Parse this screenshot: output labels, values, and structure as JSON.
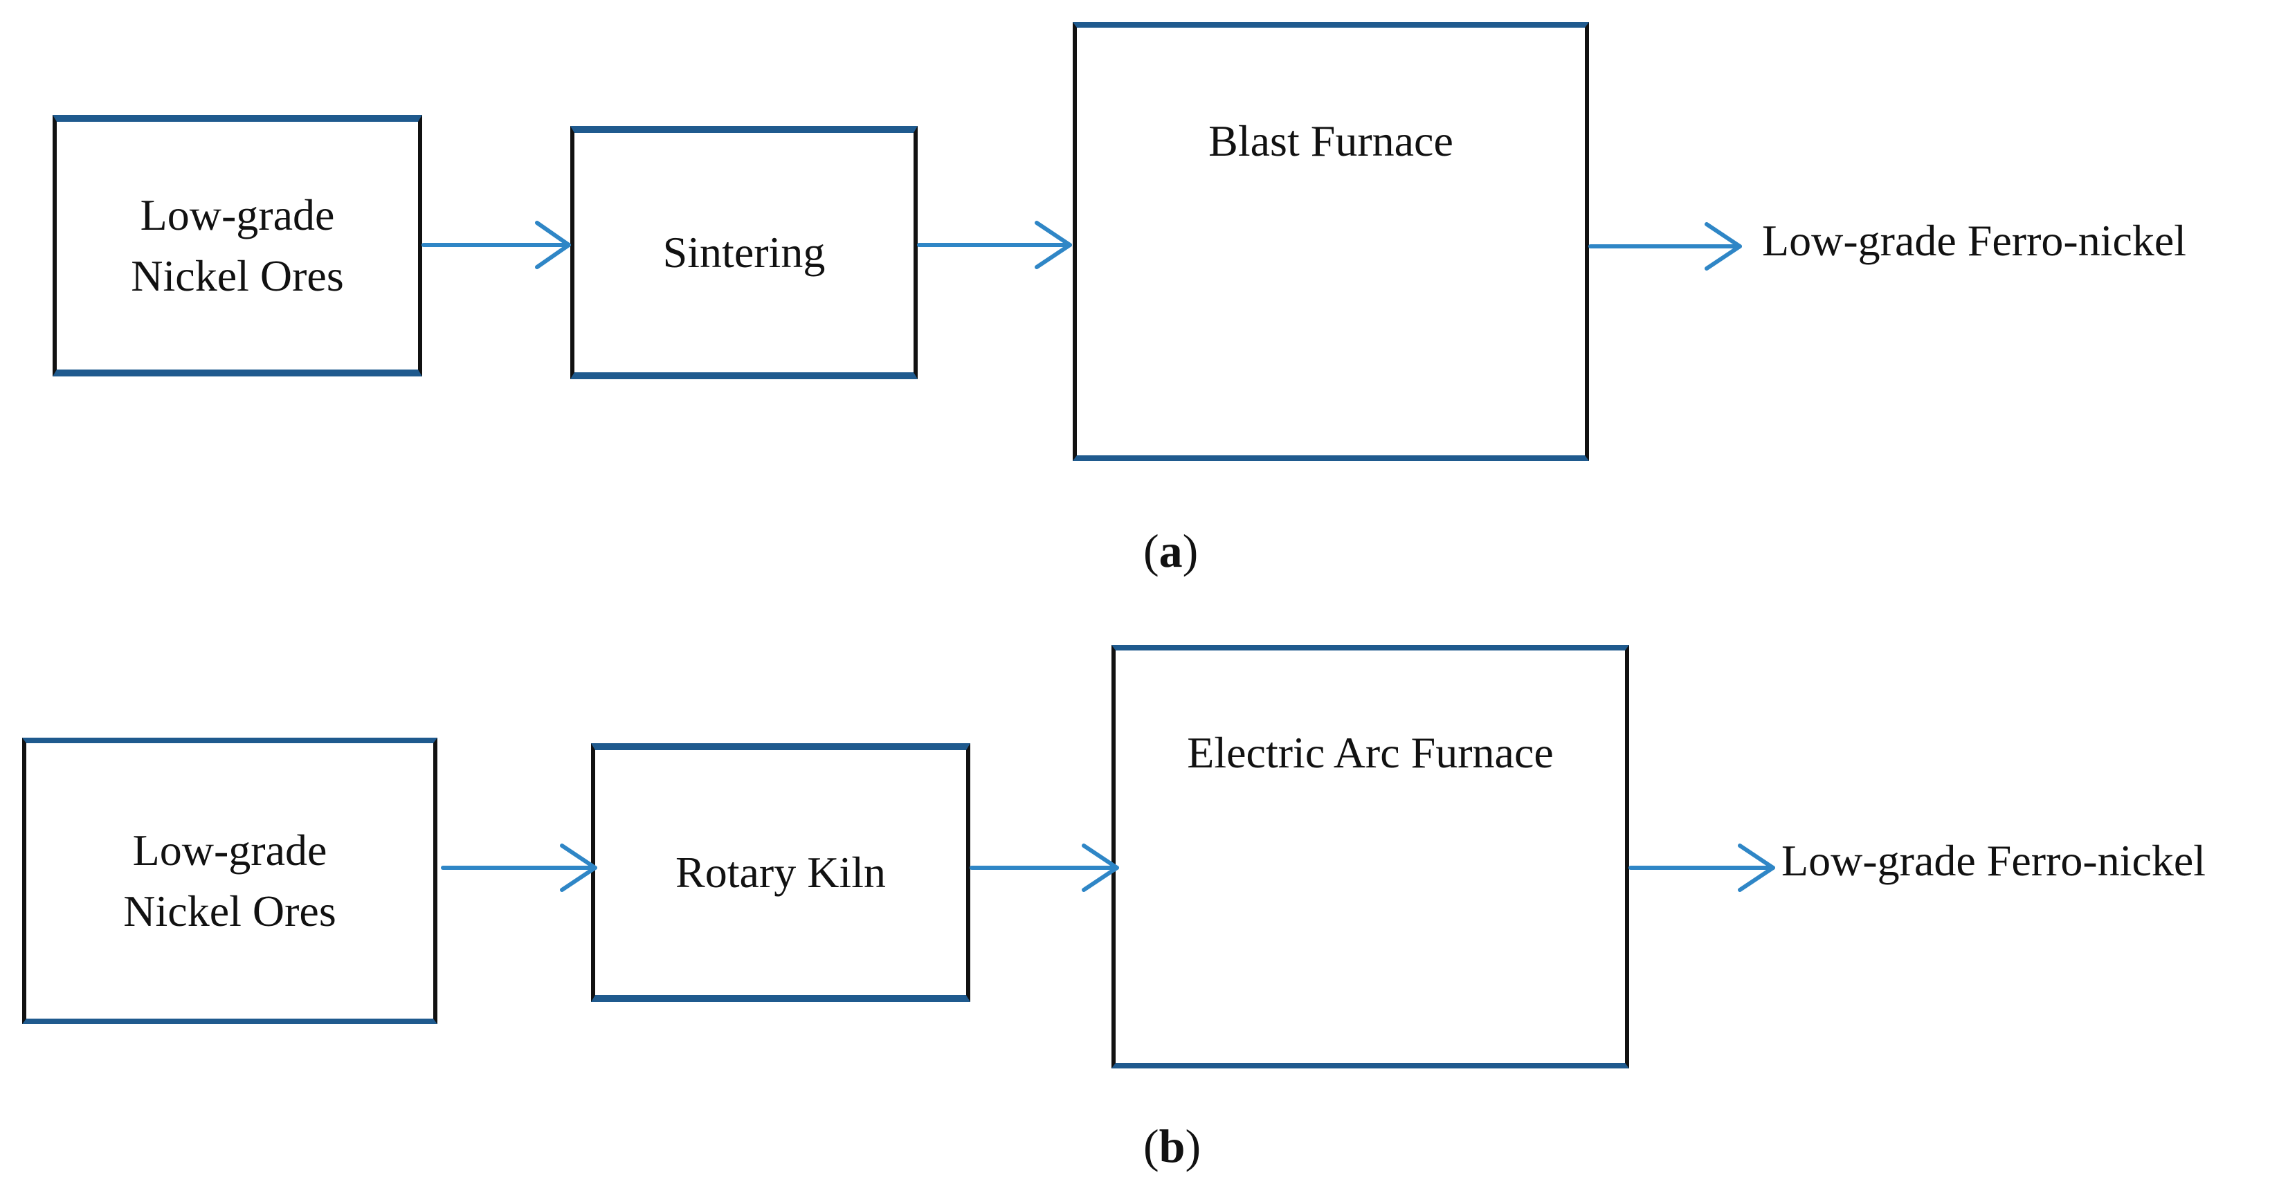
{
  "panel_a": {
    "caption_open": "(",
    "caption_letter": "a",
    "caption_close": ")",
    "boxes": [
      {
        "label": "Low-grade\nNickel Ores"
      },
      {
        "label": "Sintering"
      },
      {
        "label": "Blast Furnace"
      }
    ],
    "output": "Low-grade Ferro-nickel"
  },
  "panel_b": {
    "caption_open": "(",
    "caption_letter": "b",
    "caption_close": ")",
    "boxes": [
      {
        "label": "Low-grade\nNickel Ores"
      },
      {
        "label": "Rotary Kiln"
      },
      {
        "label": "Electric Arc Furnace"
      }
    ],
    "output": "Low-grade Ferro-nickel"
  },
  "colors": {
    "arrow": "#2f86c6",
    "box_edge_blue": "#1f5a8e",
    "box_edge_black": "#111111"
  }
}
